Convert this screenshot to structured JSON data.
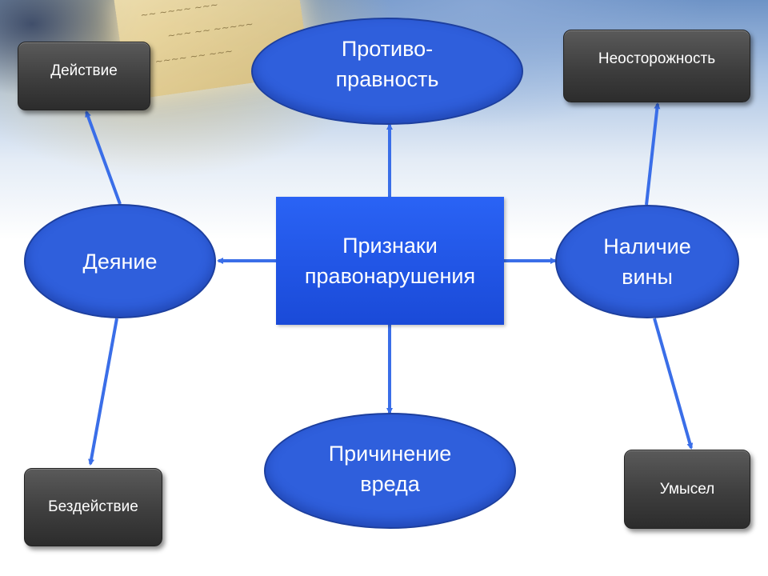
{
  "diagram": {
    "center": "Признаки\nправонарушения",
    "protivopravnost": "Противо-\nправность",
    "deyanie": "Деяние",
    "vina": "Наличие\nвины",
    "vred": "Причинение\nвреда",
    "deystvie": "Действие",
    "bezdeystvie": "Бездействие",
    "neostorozhnost": "Неосторожность",
    "umysel": "Умысел"
  },
  "colors": {
    "ellipse_fill": "#2f5fdc",
    "center_fill": "#1a4ad8",
    "dark_box_fill": "#3e3e3e",
    "arrow": "#3a6ee8"
  }
}
